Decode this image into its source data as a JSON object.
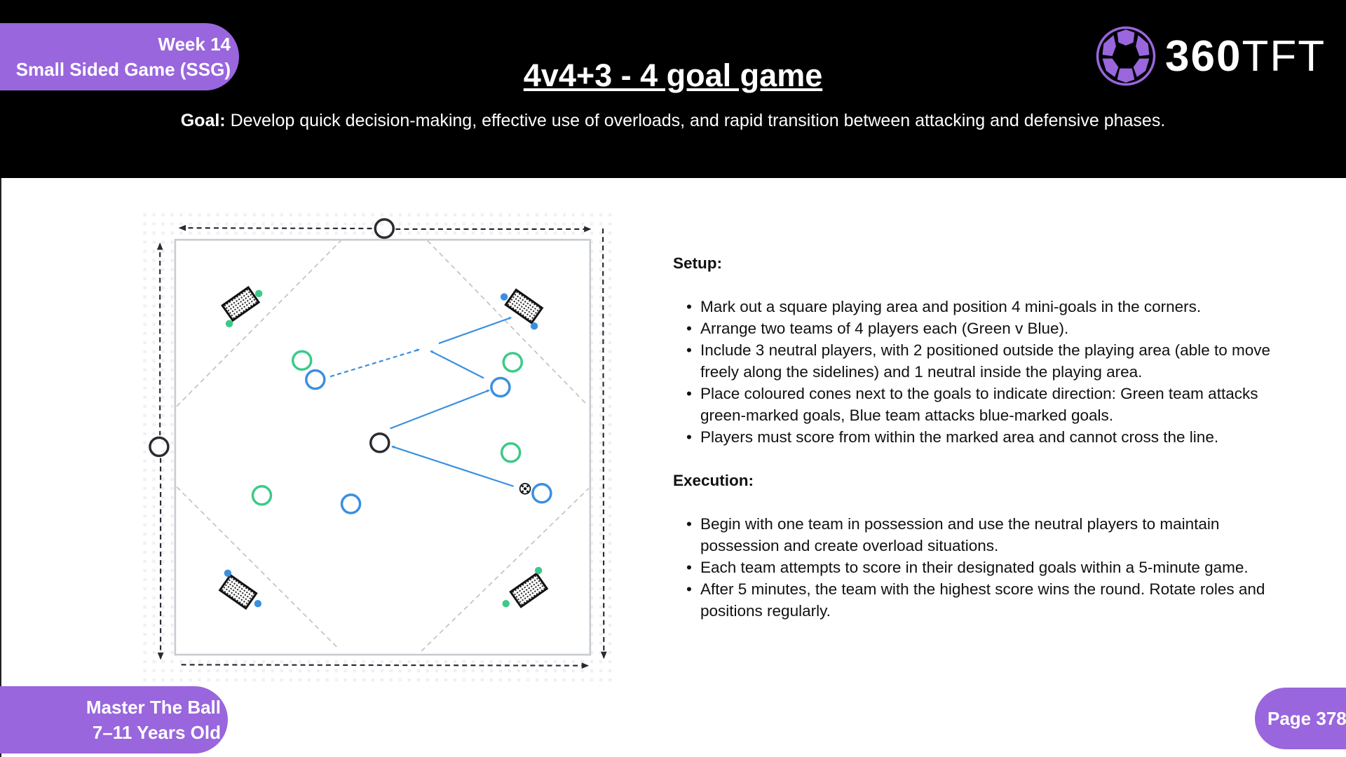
{
  "header": {
    "week": "Week 14",
    "category": "Small Sided Game (SSG)",
    "title": "4v4+3 - 4 goal game",
    "goal_label": "Goal:",
    "goal_text": " Develop quick decision-making, effective use of overloads, and rapid transition between attacking and defensive phases."
  },
  "logo": {
    "text_bold": "360",
    "text_light": "TFT",
    "icon": "soccer-ball-icon"
  },
  "setup": {
    "heading": "Setup:",
    "items": [
      "Mark out a square playing area and position 4 mini-goals in the corners.",
      "Arrange two teams of 4 players each (Green v Blue).",
      "Include 3 neutral players, with 2 positioned outside the playing area (able to move freely along the sidelines) and 1 neutral inside the playing area.",
      "Place coloured cones next to the goals to indicate direction: Green team attacks green-marked goals, Blue team attacks blue-marked goals.",
      "Players must score from within the marked area and cannot cross the line."
    ]
  },
  "execution": {
    "heading": "Execution:",
    "items": [
      "Begin with one team in possession and use the neutral players to maintain possession and create overload situations.",
      "Each team attempts to score in their designated goals within a 5-minute game.",
      "After 5 minutes, the team with the highest score wins the round. Rotate roles and positions regularly."
    ]
  },
  "footer": {
    "line1": "Master The Ball",
    "line2": "7–11 Years Old",
    "page": "Page 378"
  },
  "colors": {
    "accent": "#9966dd",
    "green": "#3cc98a",
    "blue": "#3a8fdf",
    "neutral": "#2a2a30"
  }
}
